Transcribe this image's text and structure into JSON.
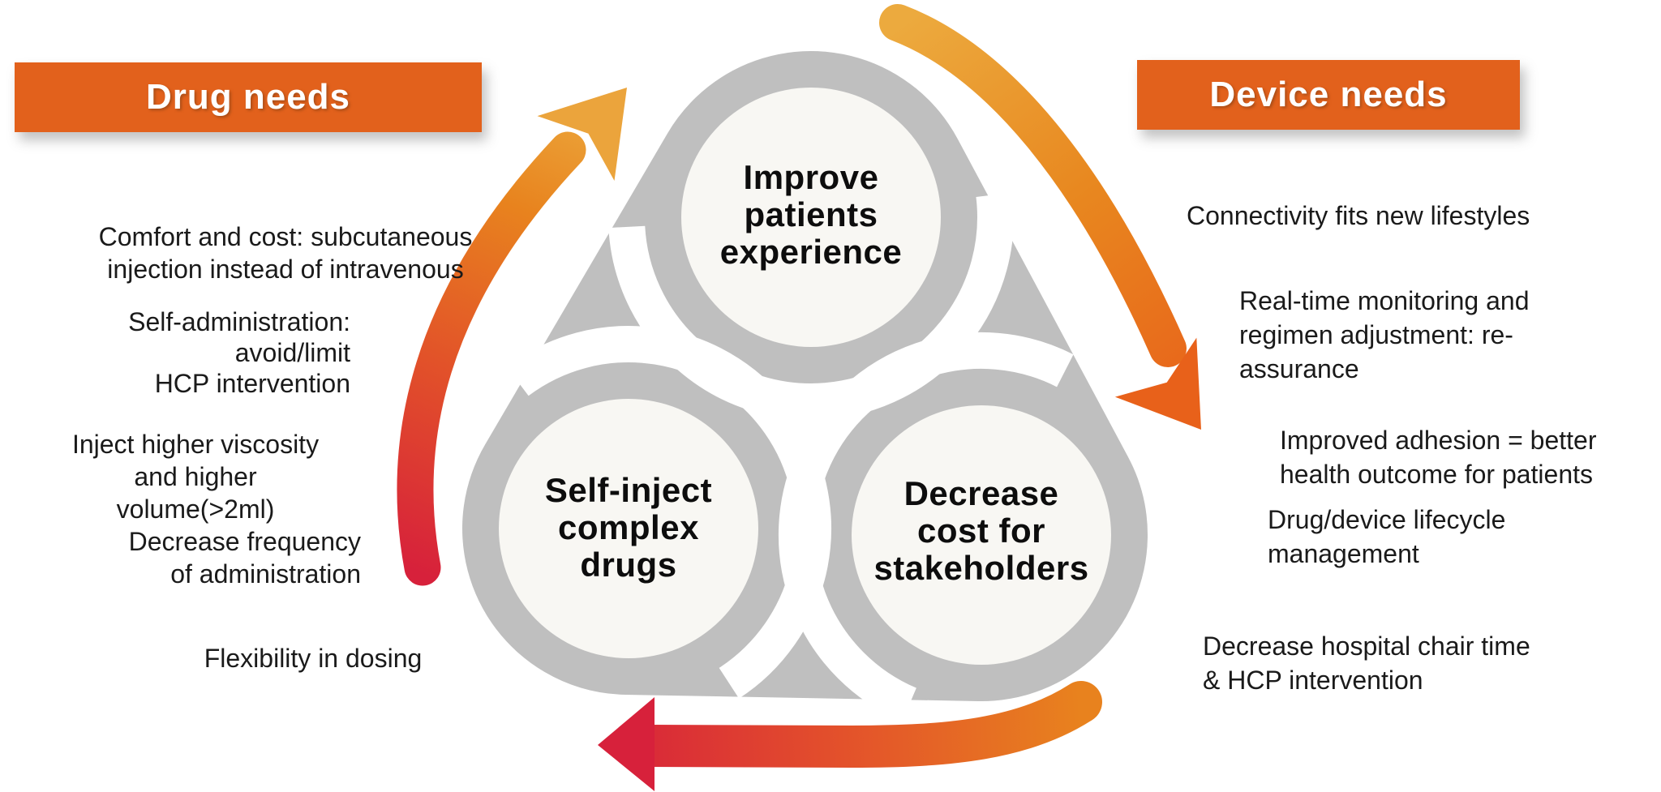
{
  "left_panel": {
    "header": "Drug needs",
    "items": [
      {
        "lines": [
          "Comfort and cost: subcutaneous",
          "injection instead of intravenous"
        ]
      },
      {
        "lines": [
          "Self-administration: avoid/limit",
          "HCP intervention"
        ]
      },
      {
        "lines": [
          "Inject higher viscosity",
          "and higher volume(>2ml)"
        ]
      },
      {
        "lines": [
          "Decrease frequency",
          "of administration"
        ]
      },
      {
        "lines": [
          "Flexibility in dosing"
        ]
      }
    ]
  },
  "right_panel": {
    "header": "Device needs",
    "items": [
      {
        "lines": [
          "Connectivity fits new lifestyles"
        ]
      },
      {
        "lines": [
          "Real-time monitoring and",
          "regimen adjustment: re-assurance"
        ]
      },
      {
        "lines": [
          "Improved adhesion = better",
          "health outcome for patients"
        ]
      },
      {
        "lines": [
          "Drug/device lifecycle",
          "management"
        ]
      },
      {
        "lines": [
          "Decrease hospital chair time",
          "& HCP intervention"
        ]
      }
    ]
  },
  "diagram": {
    "circles": [
      {
        "id": "top",
        "lines": [
          "Improve",
          "patients",
          "experience"
        ]
      },
      {
        "id": "bottom-left",
        "lines": [
          "Self-inject",
          "complex",
          "drugs"
        ]
      },
      {
        "id": "bottom-right",
        "lines": [
          "Decrease",
          "cost for",
          "stakeholders"
        ]
      }
    ]
  },
  "colors": {
    "header_orange": "#E2611C",
    "body_gray": "#BFBFBF",
    "circle_fill": "#F8F7F3",
    "amber": "#ECA73C",
    "orange": "#E8821E",
    "deep_orange": "#E8611A",
    "red": "#D7213B"
  }
}
